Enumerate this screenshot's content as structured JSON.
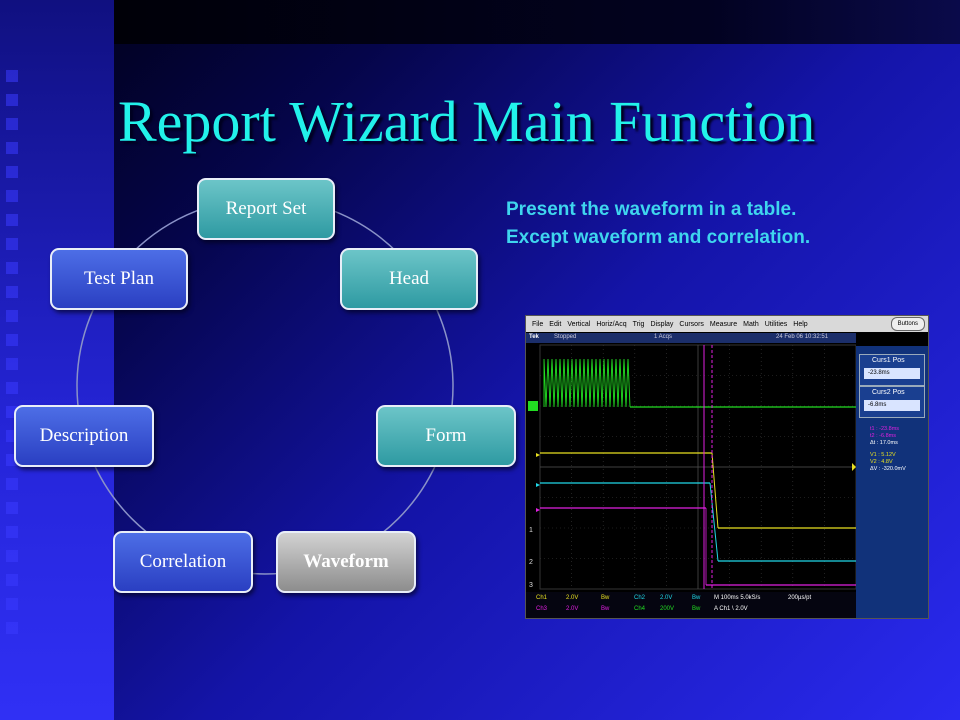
{
  "title": "Report Wizard Main Function",
  "description": {
    "line1": "Present the waveform in a table.",
    "line2": "Except waveform and correlation."
  },
  "cycle_nodes": [
    {
      "label": "Report Set",
      "style": "teal"
    },
    {
      "label": "Head",
      "style": "teal"
    },
    {
      "label": "Form",
      "style": "teal"
    },
    {
      "label": "Waveform",
      "style": "gray"
    },
    {
      "label": "Correlation",
      "style": "blue"
    },
    {
      "label": "Description",
      "style": "blue"
    },
    {
      "label": "Test Plan",
      "style": "blue"
    }
  ],
  "colors": {
    "title": "#22f2ea",
    "description": "#3fd5ee",
    "ch1_green": "#22dd22",
    "ch2_yellow": "#e8e020",
    "ch3_cyan": "#20d8e8",
    "ch4_magenta": "#e020e0"
  },
  "oscilloscope": {
    "menu": [
      "File",
      "Edit",
      "Vertical",
      "Horiz/Acq",
      "Trig",
      "Display",
      "Cursors",
      "Measure",
      "Math",
      "Utilities",
      "Help"
    ],
    "buttons_label": "Buttons",
    "status": {
      "brand": "Tek",
      "state": "Stopped",
      "acqs": "1 Acqs",
      "timestamp": "24 Feb 06 10:32:51"
    },
    "curs1": {
      "label": "Curs1 Pos",
      "value": "-23.8ms"
    },
    "curs2": {
      "label": "Curs2 Pos",
      "value": "-6.8ms"
    },
    "readout_time": [
      {
        "text": "t1 :   -23.8ms",
        "color": "#e020e0"
      },
      {
        "text": "t2 :   -6.8ms",
        "color": "#e020e0"
      },
      {
        "text": "Δt :   17.0ms",
        "color": "#ffffff"
      }
    ],
    "readout_volt": [
      {
        "text": "V1 :   5.12V",
        "color": "#e8e020"
      },
      {
        "text": "V2 :   4.8V",
        "color": "#e8e020"
      },
      {
        "text": "ΔV :   -320.0mV",
        "color": "#ffffff"
      }
    ],
    "bottom": {
      "ch1": "Ch1",
      "ch1_scale": "2.0V",
      "ch1_bw": "Bw",
      "ch2": "Ch2",
      "ch2_scale": "2.0V",
      "ch2_bw": "Bw",
      "ch3": "Ch3",
      "ch3_scale": "2.0V",
      "ch3_bw": "Bw",
      "ch4": "Ch4",
      "ch4_scale": "200V",
      "ch4_bw": "Bw",
      "timebase": "M 100ms 5.0kS/s",
      "resolution": "200µs/pt",
      "trigger": "A  Ch1  \\  2.0V"
    },
    "channel_markers": [
      "1",
      "2",
      "3"
    ]
  }
}
